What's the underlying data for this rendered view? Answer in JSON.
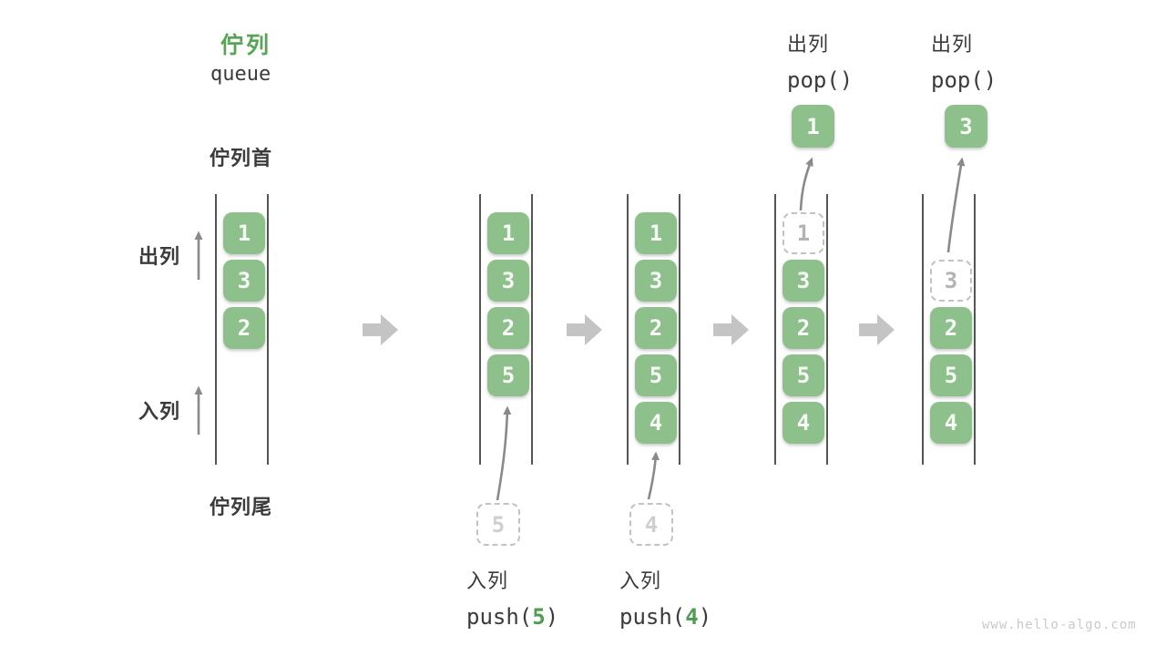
{
  "title": {
    "zh": "佇列",
    "en": "queue"
  },
  "side_labels": {
    "front": "佇列首",
    "rear": "佇列尾",
    "dequeue": "出列",
    "enqueue": "入列"
  },
  "columns": [
    {
      "cells": [
        {
          "row": 0,
          "value": "1",
          "style": "solid"
        },
        {
          "row": 1,
          "value": "3",
          "style": "solid"
        },
        {
          "row": 2,
          "value": "2",
          "style": "solid"
        }
      ]
    },
    {
      "cells": [
        {
          "row": 0,
          "value": "1",
          "style": "solid"
        },
        {
          "row": 1,
          "value": "3",
          "style": "solid"
        },
        {
          "row": 2,
          "value": "2",
          "style": "solid"
        },
        {
          "row": 3,
          "value": "5",
          "style": "solid"
        }
      ]
    },
    {
      "cells": [
        {
          "row": 0,
          "value": "1",
          "style": "solid"
        },
        {
          "row": 1,
          "value": "3",
          "style": "solid"
        },
        {
          "row": 2,
          "value": "2",
          "style": "solid"
        },
        {
          "row": 3,
          "value": "5",
          "style": "solid"
        },
        {
          "row": 4,
          "value": "4",
          "style": "solid"
        }
      ]
    },
    {
      "cells": [
        {
          "row": 0,
          "value": "1",
          "style": "dashed"
        },
        {
          "row": 1,
          "value": "3",
          "style": "solid"
        },
        {
          "row": 2,
          "value": "2",
          "style": "solid"
        },
        {
          "row": 3,
          "value": "5",
          "style": "solid"
        },
        {
          "row": 4,
          "value": "4",
          "style": "solid"
        }
      ]
    },
    {
      "cells": [
        {
          "row": 1,
          "value": "3",
          "style": "dashed"
        },
        {
          "row": 2,
          "value": "2",
          "style": "solid"
        },
        {
          "row": 3,
          "value": "5",
          "style": "solid"
        },
        {
          "row": 4,
          "value": "4",
          "style": "solid"
        }
      ]
    }
  ],
  "push_ops": [
    {
      "label": "入列",
      "code": "push(",
      "arg": "5",
      "close": ")",
      "ghost": "5"
    },
    {
      "label": "入列",
      "code": "push(",
      "arg": "4",
      "close": ")",
      "ghost": "4"
    }
  ],
  "pop_ops": [
    {
      "label": "出列",
      "code": "pop()",
      "value": "1"
    },
    {
      "label": "出列",
      "code": "pop()",
      "value": "3"
    }
  ],
  "watermark": "www.hello-algo.com",
  "colors": {
    "box_green": "#8EC08C",
    "accent_green": "#56A456",
    "arg_green": "#4F9E4F",
    "text_dark": "#3B3B3B",
    "line_gray": "#555555",
    "arrow_gray": "#8A8A8A",
    "block_arrow_gray": "#C4C4C4",
    "dashed_border_gray": "#C2C2C2",
    "watermark_gray": "#C9C9C9"
  }
}
